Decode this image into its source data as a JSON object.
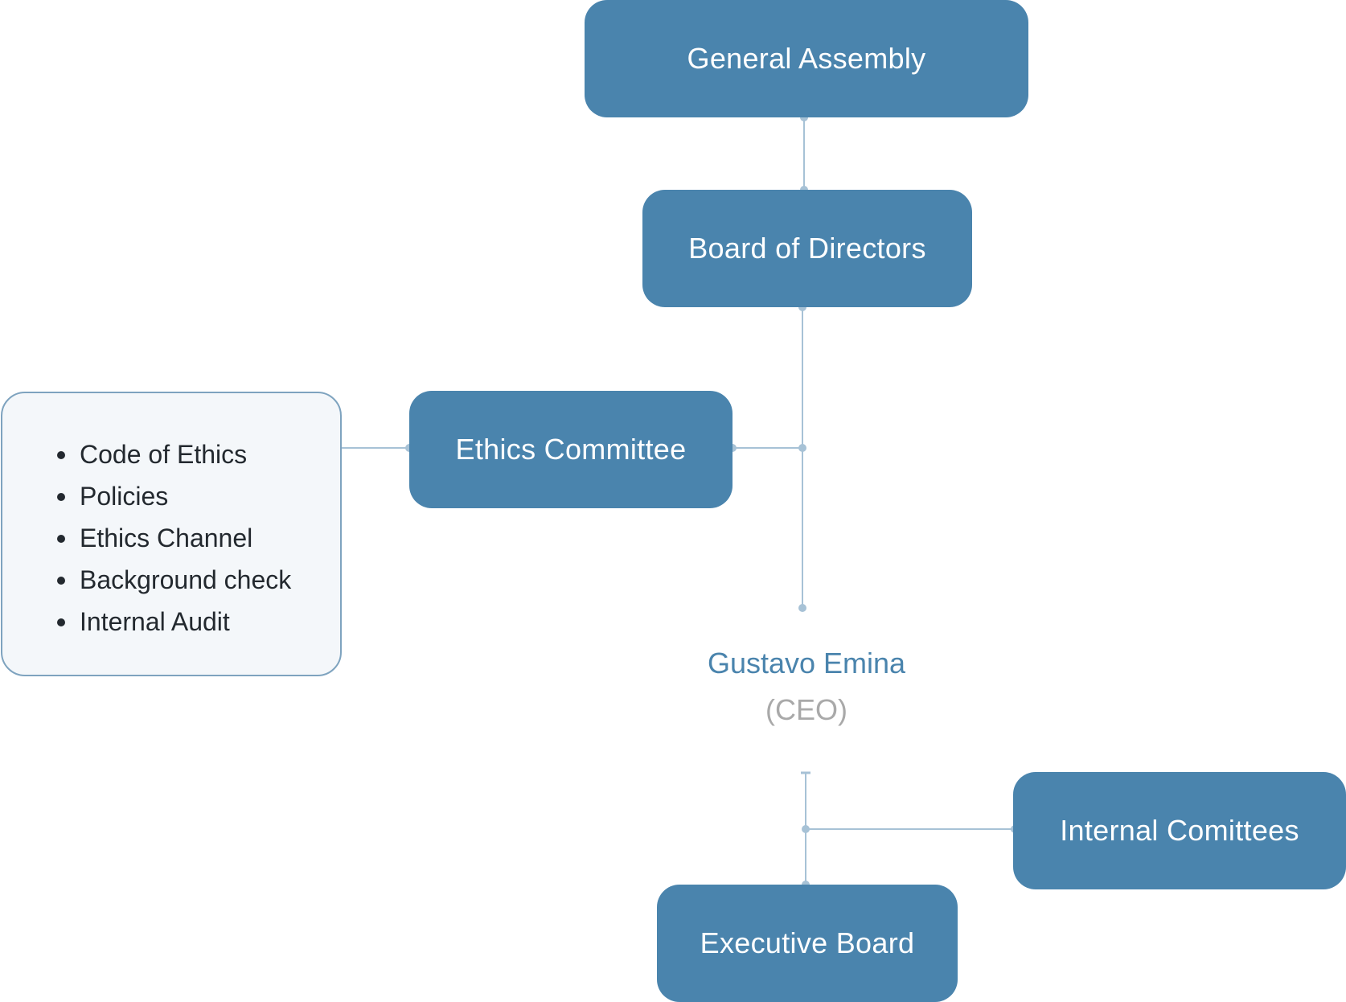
{
  "colors": {
    "node_fill": "#4a84ad",
    "node_text": "#ffffff",
    "connector": "#a7c2d6",
    "list_box_fill": "#f4f7fa",
    "list_box_border": "#7ea3bf",
    "ceo_name": "#4a84ad",
    "ceo_role": "#a9a9a9"
  },
  "nodes": {
    "general_assembly": "General Assembly",
    "board_of_directors": "Board of Directors",
    "ethics_committee": "Ethics Committee",
    "internal_committees": "Internal Comittees",
    "executive_board": "Executive Board"
  },
  "ceo": {
    "name": "Gustavo Emina",
    "role": "(CEO)"
  },
  "ethics_items": [
    "Code of Ethics",
    "Policies",
    "Ethics Channel",
    "Background check",
    "Internal Audit"
  ]
}
